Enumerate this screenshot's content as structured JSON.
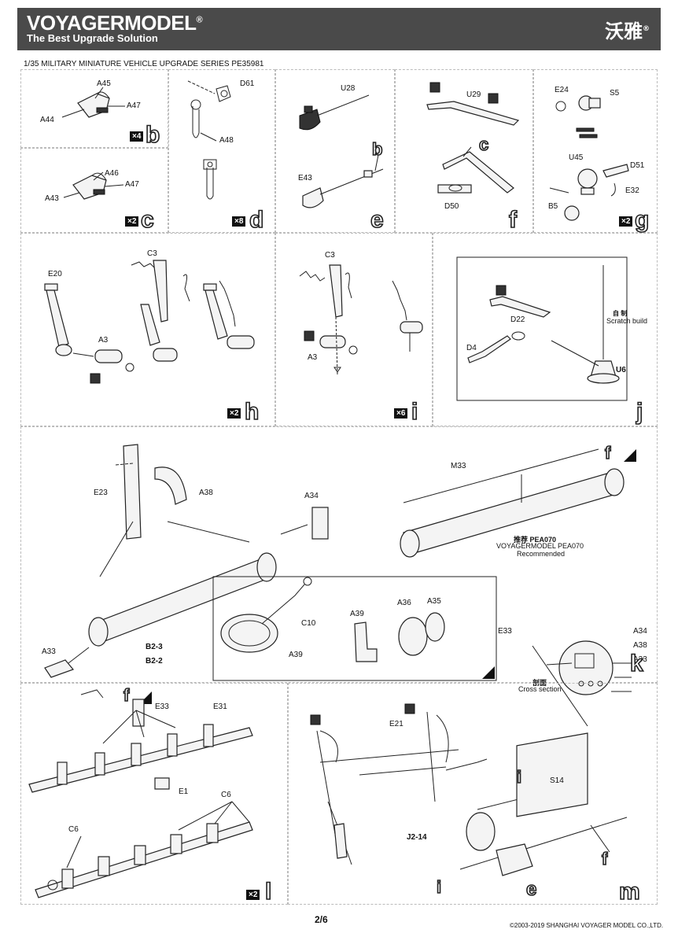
{
  "header": {
    "brand": "VOYAGERMODEL",
    "reg": "®",
    "tagline": "The Best Upgrade Solution",
    "chinese_brand": "沃雅",
    "series_title": "1/35 MILITARY MINIATURE VEHICLE  UPGRADE SERIES PE35981"
  },
  "panels": {
    "b": {
      "letter": "b",
      "mult": "×4",
      "parts": [
        "A45",
        "A47",
        "A44"
      ]
    },
    "c": {
      "letter": "c",
      "mult": "×2",
      "parts": [
        "A46",
        "A47",
        "A43"
      ]
    },
    "d": {
      "letter": "d",
      "mult": "×8",
      "parts": [
        "D61",
        "A48"
      ]
    },
    "e": {
      "letter": "e",
      "parts": [
        "U28",
        "E43",
        "b"
      ]
    },
    "f": {
      "letter": "f",
      "parts": [
        "U29",
        "c",
        "D50"
      ]
    },
    "g": {
      "letter": "g",
      "mult": "×2",
      "parts": [
        "E24",
        "S5",
        "U45",
        "D51",
        "E32",
        "B5"
      ]
    },
    "h": {
      "letter": "h",
      "mult": "×2",
      "parts": [
        "E20",
        "C3",
        "A3"
      ]
    },
    "i": {
      "letter": "i",
      "mult": "×6",
      "parts": [
        "C3",
        "A3"
      ]
    },
    "j": {
      "letter": "j",
      "parts": [
        "D22",
        "D4",
        "U6"
      ],
      "scratch_cn": "自 制",
      "scratch_en": "Scratch build"
    },
    "k": {
      "letter": "k",
      "parts": [
        "E23",
        "A38",
        "A34",
        "M33",
        "f",
        "A33",
        "B2-3",
        "B2-2",
        "f",
        "C10",
        "A39",
        "A39",
        "A36",
        "A35",
        "E33",
        "A34",
        "A38",
        "A33"
      ],
      "recommend_cn": "推荐 PEA070",
      "recommend_brand": "VOYAGERMODEL PEA070",
      "recommend_en": "Recommended",
      "section_cn": "剖面",
      "section_en": "Cross section"
    },
    "l": {
      "letter": "l",
      "mult": "×2",
      "parts": [
        "E33",
        "E31",
        "E1",
        "C6",
        "C6"
      ]
    },
    "m": {
      "letter": "m",
      "parts": [
        "E21",
        "S14",
        "i",
        "J2-14",
        "i",
        "e",
        "f"
      ]
    }
  },
  "footer": {
    "page": "2/6",
    "copyright": "©2003-2019 SHANGHAI VOYAGER MODEL CO.,LTD."
  }
}
